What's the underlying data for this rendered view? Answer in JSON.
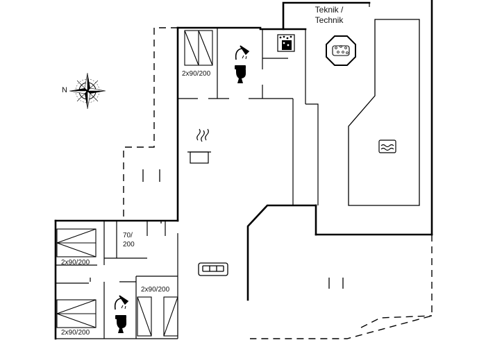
{
  "labels": {
    "technik_line1": "Teknik /",
    "technik_line2": "Technik",
    "bed_top": "2x90/200",
    "bed_left_upper": "2x90/200",
    "bed_left_lower": "2x90/200",
    "bed_bottom_middle": "2x90/200",
    "bed_small_line1": "70/",
    "bed_small_line2": "200"
  },
  "compass": {
    "north_label": "N"
  },
  "colors": {
    "wall": "#000000",
    "line": "#111111",
    "background": "#ffffff"
  },
  "icons": [
    "compass-icon",
    "shower-icon",
    "toilet-icon",
    "sauna-icon",
    "whirlpool-icon",
    "kitchen-pot-icon",
    "pool-icon",
    "sofa-icon",
    "bed-icon"
  ]
}
